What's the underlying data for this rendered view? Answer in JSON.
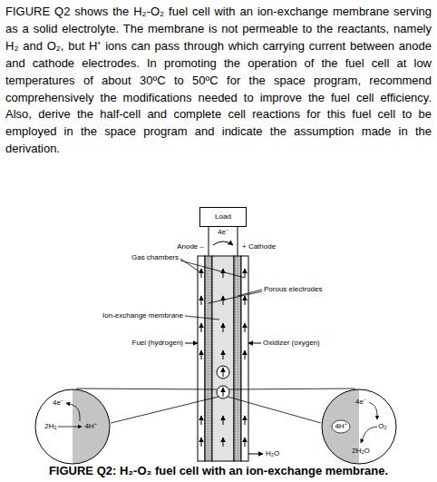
{
  "diagram": {
    "caption": "FIGURE Q2: H₂-O₂ fuel cell with an ion-exchange membrane.",
    "nodes": [
      {
        "text": [
          "Load"
        ]
      },
      {
        "text": [
          "4e⁻",
          "2H₂",
          "4H⁺"
        ]
      },
      {
        "text": [
          "4e⁻",
          "4H⁺",
          "O₂",
          "2H₂O"
        ]
      }
    ],
    "labels": [
      "FIGURE Q2 shows the H₂-O₂ fuel cell with an ion-exchange membrane serving as a solid electrolyte. The membrane is not permeable to the reactants, namely H₂ and O₂, but H⁺ ions can pass through which carrying current between anode and cathode electrodes. In promoting the operation of the fuel cell at low temperatures of about 30ºC to 50ºC for the space program, recommend comprehensively the modifications needed to improve the fuel cell efficiency. Also, derive the half-cell and complete cell reactions for this fuel cell to be employed in the space program and indicate the assumption made in the derivation.",
      "4e⁻",
      "Anode –",
      "+ Cathode",
      "Gas chambers",
      "Porous electrodes",
      "Ion-exchange membrane",
      "Fuel (hydrogen)",
      "Oxidizer (oxygen)",
      "H₂O"
    ]
  }
}
